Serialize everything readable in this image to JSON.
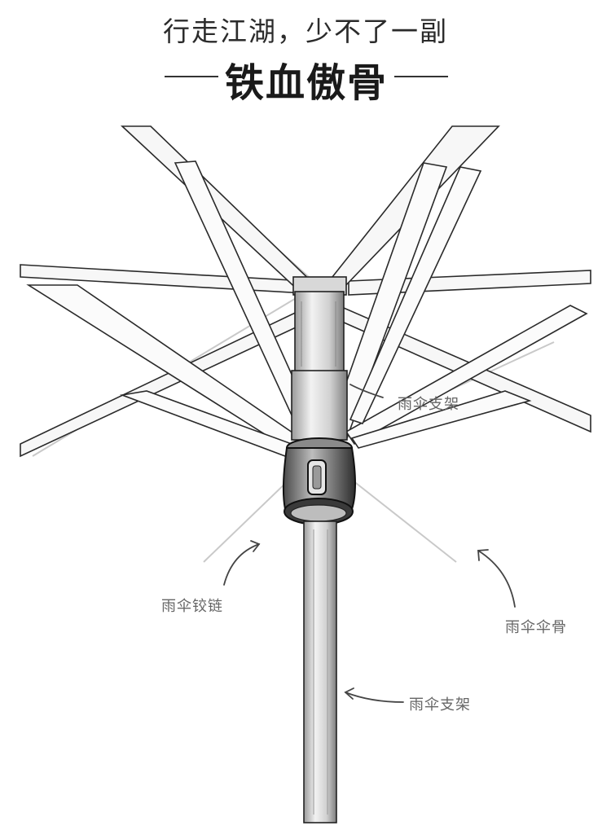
{
  "header": {
    "subtitle": "行走江湖，少不了一副",
    "title": "铁血傲骨"
  },
  "labels": {
    "hinge": "雨伞铰链",
    "rib": "雨伞伞骨",
    "shaft": "雨伞支架",
    "stretcher": "雨伞支架"
  }
}
